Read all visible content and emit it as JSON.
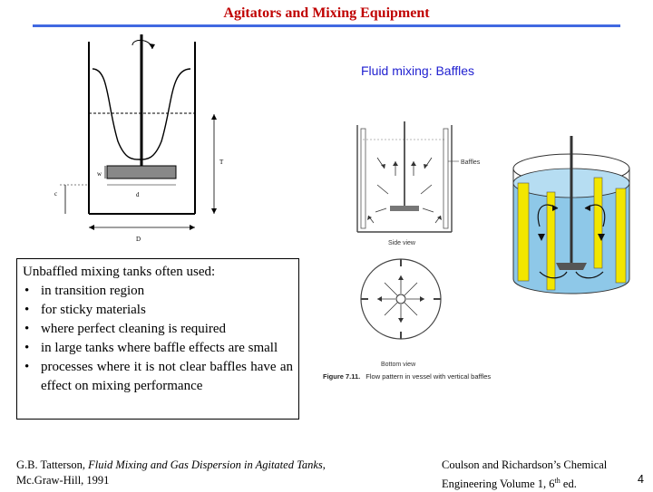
{
  "header": {
    "title": "Agitators and Mixing Equipment",
    "subtitle": "Fluid mixing: Baffles"
  },
  "tank_diagram": {
    "label_w": "w",
    "label_c": "c",
    "label_d": "d",
    "label_T": "T",
    "label_D": "D"
  },
  "baffle_figure": {
    "label_baffles": "Baffles",
    "label_side_view": "Side view",
    "label_bottom_view": "Bottom view",
    "caption_number": "Figure 7.11.",
    "caption_text": "Flow pattern in vessel with vertical baffles"
  },
  "textbox": {
    "heading": "Unbaffled mixing tanks often used:",
    "items": [
      "in transition region",
      "for sticky materials",
      "where perfect cleaning is required",
      "in large tanks where baffle effects are small",
      "processes where it is not clear baffles have an effect on mixing performance"
    ]
  },
  "footer": {
    "left_author": "G.B. Tatterson, ",
    "left_title": "Fluid Mixing and Gas Dispersion in Agitated Tanks",
    "left_rest": ",",
    "left_line2": "Mc.Graw-Hill, 1991",
    "right_line1": "Coulson and Richardson’s Chemical",
    "right_line2a": "Engineering Volume 1, 6",
    "right_sup": "th",
    "right_line2b": " ed.",
    "page_number": "4"
  },
  "colors": {
    "title": "#c00000",
    "rule": "#4169e1",
    "subtitle": "#1f1fd0",
    "water": "#8ec8e8",
    "baffle": "#f2e600"
  }
}
